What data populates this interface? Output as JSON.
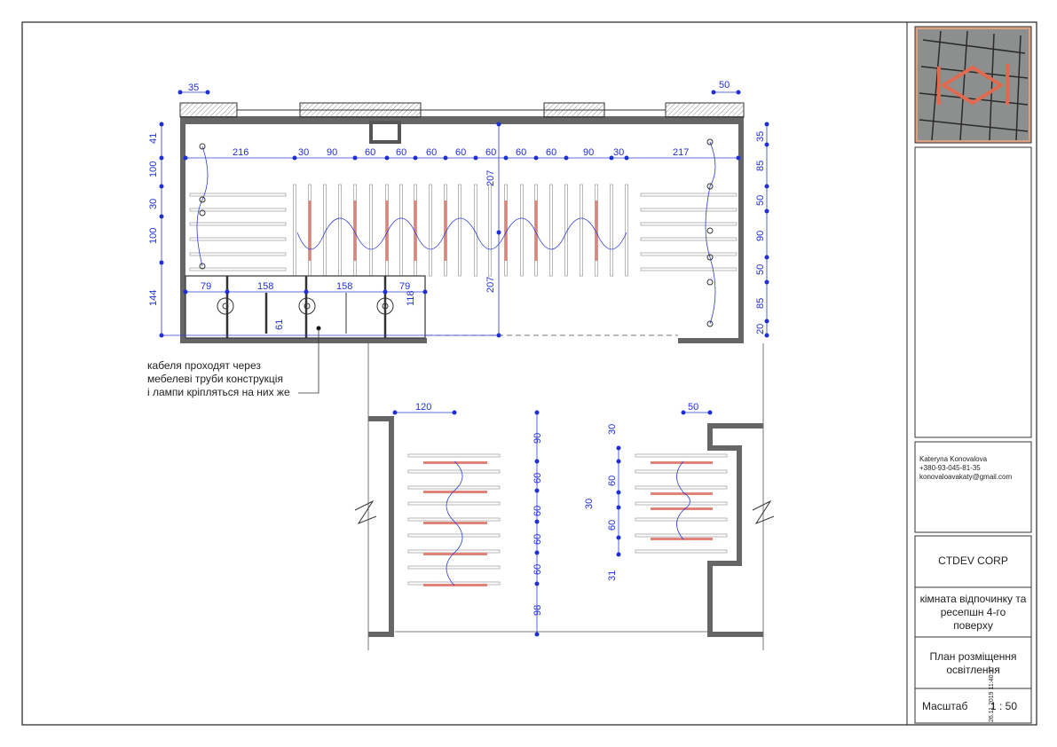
{
  "colors": {
    "dimension": "#1f2fd6",
    "lamp": "#e0847a",
    "wall": "#555555",
    "hatch": "#b9b9b9"
  },
  "plan_upper": {
    "top_dims": [
      "35",
      "50"
    ],
    "row_dims": [
      "216",
      "30",
      "90",
      "60",
      "60",
      "60",
      "60",
      "60",
      "60",
      "60",
      "90",
      "30",
      "217"
    ],
    "left_dims": [
      "41",
      "100",
      "30",
      "100",
      "144"
    ],
    "right_dims": [
      "35",
      "85",
      "50",
      "90",
      "50",
      "85",
      "20"
    ],
    "vertical_dims": [
      "207",
      "207"
    ],
    "furniture_dims": [
      "79",
      "158",
      "158",
      "79",
      "118",
      "61"
    ],
    "note_lines": [
      "кабеля проходят через",
      "мебелеві труби конструкція",
      "і лампи кріпляться на них же"
    ]
  },
  "plan_lower": {
    "top_dims": [
      "120",
      "50"
    ],
    "center_dims": [
      "90",
      "60",
      "60",
      "60",
      "60",
      "98"
    ],
    "right_dims": [
      "30",
      "60",
      "30",
      "60",
      "31"
    ]
  },
  "title_block": {
    "icon": "photo-thumbnail",
    "author": "Kateryna Konovalova",
    "phone": "+380-93-045-81-35",
    "email": "konovaloavakaty@gmail.com",
    "company": "CTDEV CORP",
    "room_title": "кімната відпочинку та ресепшн 4-го поверху",
    "drawing_title": "План розміщення освітлення",
    "scale_label": "Масштаб",
    "scale_value": "1 : 50",
    "timestamp": "26.11.2019 11:40:17"
  }
}
